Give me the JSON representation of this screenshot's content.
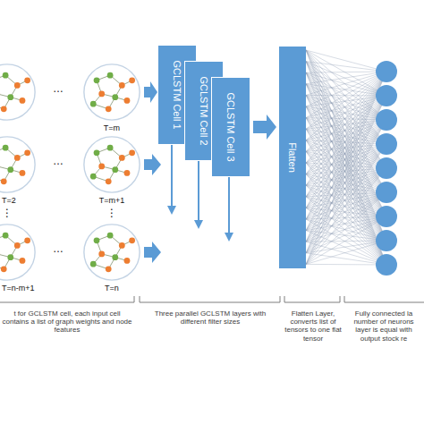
{
  "diagram": {
    "nodes": [
      {
        "text": [
          "GCLSTM Cell 1"
        ]
      },
      {
        "text": [
          "GCLSTM Cell 2"
        ]
      },
      {
        "text": [
          "GCLSTM Cell 3"
        ]
      },
      {
        "text": [
          "Flatten"
        ]
      }
    ],
    "edges": [
      {
        "from": 2,
        "to": 3,
        "arrow": "to"
      }
    ],
    "labels": [
      "…",
      "T=m",
      "…",
      "T=2",
      "T=m+1",
      "⋮",
      "⋮",
      "…",
      "T=n-m+1",
      "T=n",
      "t for GCLSTM cell, each input cell contains a list of graph weights and node features",
      "Three parallel GCLSTM layers with different filter sizes",
      "Flatten Layer, converts list of tensors to one flat tensor",
      "Fully connected la number of neurons layer is equal with output stock re"
    ]
  }
}
